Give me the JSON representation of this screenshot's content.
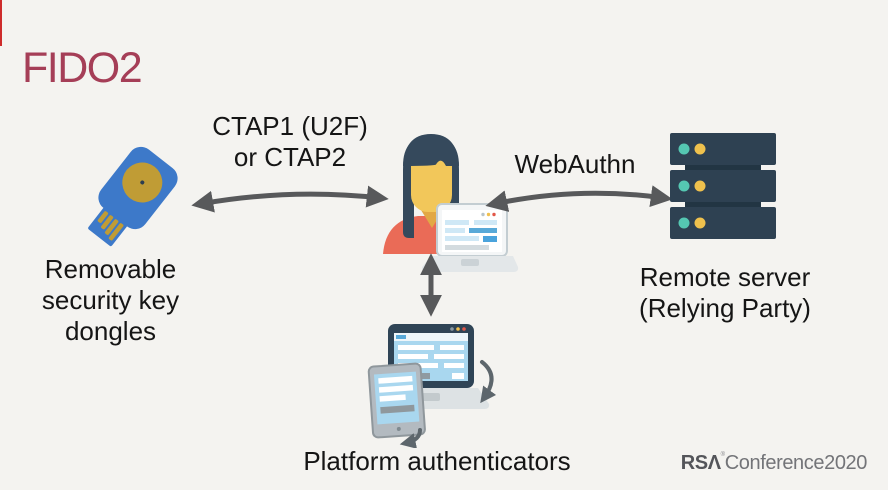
{
  "slide": {
    "title": "FIDO2",
    "background_color": "#f4f3f0",
    "title_color": "#a53e57",
    "edge_accent_color": "#ce2b2b"
  },
  "nodes": {
    "dongle": {
      "icon": "usb-security-key",
      "lines": [
        "Removable",
        "security key",
        "dongles"
      ]
    },
    "user": {
      "icon": "person-with-laptop"
    },
    "server": {
      "icon": "server-stack",
      "lines": [
        "Remote server",
        "(Relying Party)"
      ]
    },
    "platform": {
      "icon": "laptop-and-phone",
      "label": "Platform authenticators"
    }
  },
  "edges": {
    "ctap": {
      "lines": [
        "CTAP1 (U2F)",
        "or CTAP2"
      ],
      "style": "double-arrow"
    },
    "webauthn": {
      "label": "WebAuthn",
      "style": "double-arrow"
    },
    "platform_link": {
      "label": "",
      "style": "double-arrow-vertical"
    }
  },
  "footer": {
    "rsa": "RSΛ",
    "reg": "®",
    "conference": "Conference2020"
  },
  "colors": {
    "key_blue": "#3d79c9",
    "key_gold": "#c09c35",
    "hair": "#35495c",
    "face": "#f2c75a",
    "shirt": "#ea6b57",
    "server_navy": "#2e4152",
    "dot_teal": "#55c7b2",
    "dot_yellow": "#efc14d",
    "screen_blue": "#a9d7ef",
    "arrow_gray": "#58595b"
  }
}
